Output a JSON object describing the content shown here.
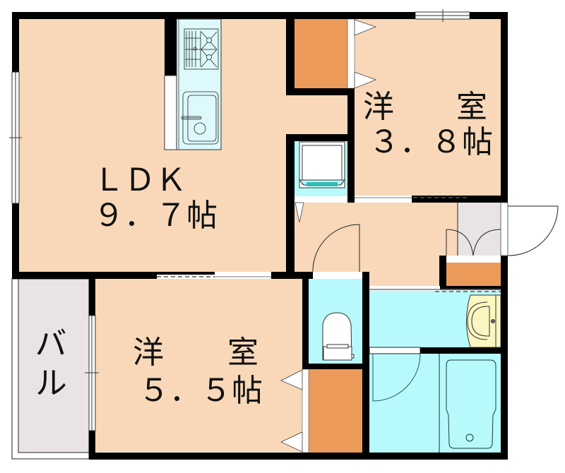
{
  "floor_plan": {
    "colors": {
      "wall": "#000000",
      "floor_wood": "#F8D8B8",
      "storage": "#EB9A5A",
      "wet_area": "#B8FAFC",
      "balcony": "#E9E4E3",
      "entry": "#E9E4E3",
      "washbasin": "#FCF6C0",
      "kitchen_counter": "#DDF9FB",
      "washer_tray": "#2DBDB7",
      "background": "#FFFFFF"
    },
    "rooms": {
      "ldk": {
        "name": "ＬＤＫ",
        "size": "９．７帖"
      },
      "bedroom_north": {
        "name_left": "洋",
        "name_right": "室",
        "size": "３．８帖"
      },
      "bedroom_south": {
        "name_left": "洋",
        "name_right": "室",
        "size": "５．５帖"
      },
      "balcony": {
        "name": "バル"
      }
    },
    "fixtures": [
      "kitchen-stove-icon",
      "kitchen-sink-icon",
      "washing-machine-pan-icon",
      "toilet-icon",
      "washbasin-icon",
      "bathtub-icon"
    ]
  }
}
